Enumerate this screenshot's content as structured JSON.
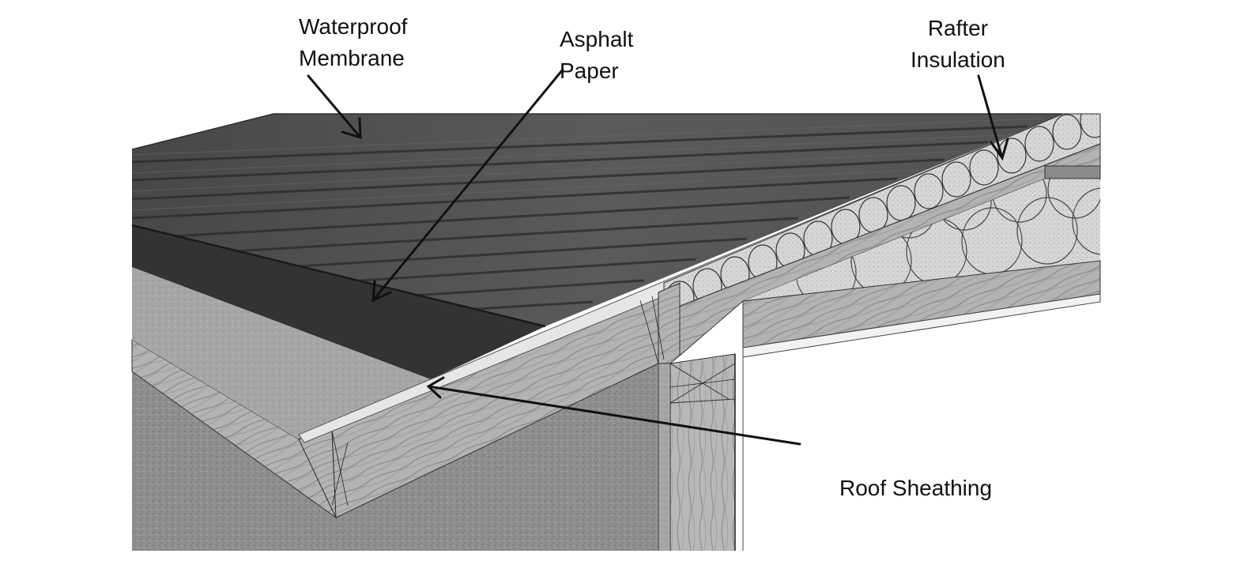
{
  "diagram": {
    "labels": {
      "waterproof_membrane": {
        "line1": "Waterproof",
        "line2": "Membrane"
      },
      "asphalt_paper": {
        "line1": "Asphalt",
        "line2": "Paper"
      },
      "rafter_insulation": {
        "line1": "Rafter",
        "line2": "Insulation"
      },
      "roof_sheathing": {
        "text": "Roof Sheathing"
      }
    },
    "colors": {
      "shingle": "#4d4d4d",
      "shingle_row_shadow": "#2e2e2e",
      "asphalt_paper": "#333333",
      "stucco_wall": "#8f8f8f",
      "stucco_top": "#a8a8a8",
      "wood": "#b5b5b5",
      "insulation": "#d9d9d9",
      "sheathing_edge": "#e8e8e8",
      "line": "#111111"
    }
  }
}
